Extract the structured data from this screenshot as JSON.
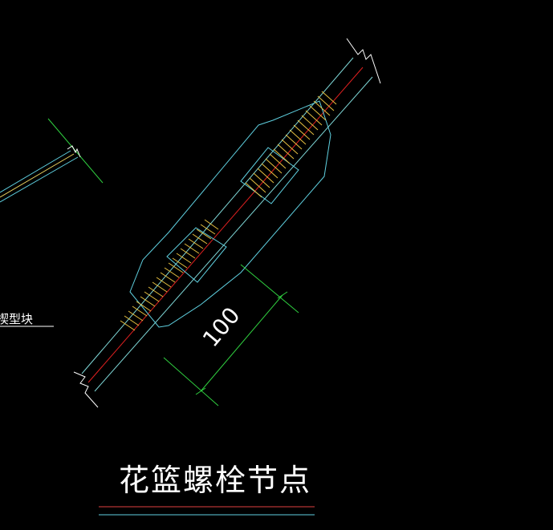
{
  "drawing": {
    "title": "花篮螺栓节点",
    "dimension_value": "100",
    "side_label": "楔型块"
  },
  "colors": {
    "background": "#000000",
    "rod_outline": "#7fd8d8",
    "body_outline": "#5fd0e0",
    "centerline": "#e02020",
    "thread_hatch": "#e8c040",
    "dimension": "#30d040",
    "break_line": "#ffffff",
    "title_text": "#ffffff",
    "title_underline_top": "#e04040",
    "title_underline_bottom": "#5fd0e0",
    "side_member_yellow": "#e8d060"
  }
}
